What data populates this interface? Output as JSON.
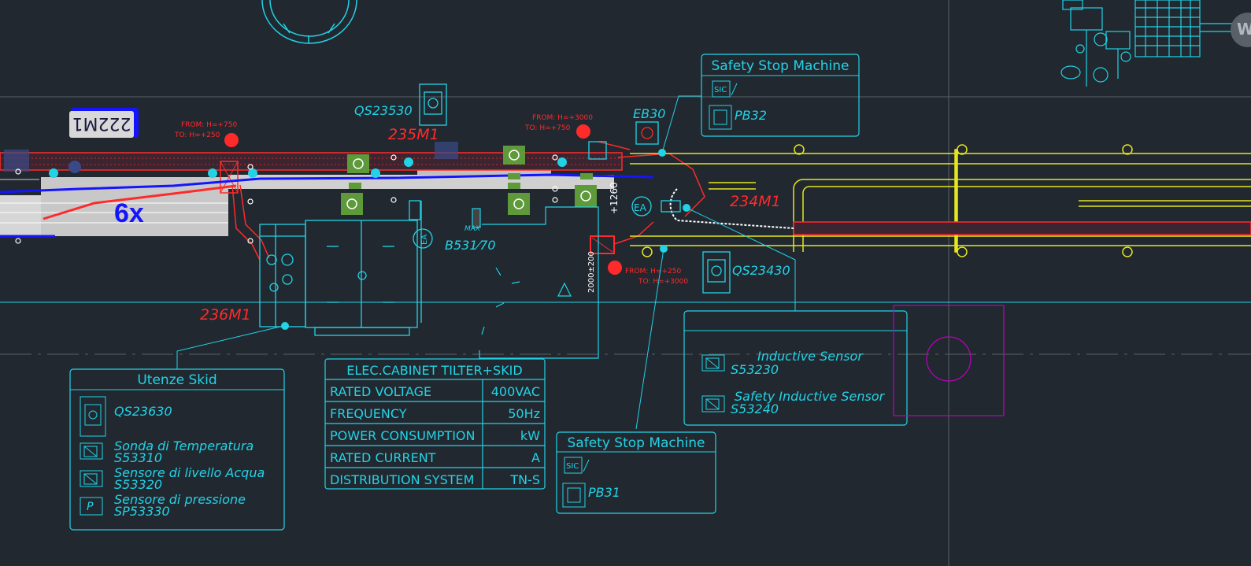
{
  "colors": {
    "background": "#212830",
    "cyan": "#22d3e6",
    "red": "#ff2a2a",
    "yellow": "#e6e61e",
    "blue": "#1414ff",
    "green_block": "#5e9a3a",
    "magenta": "#c000c0",
    "grey_belt": "#c8c8c8",
    "grid": "#5a6068"
  },
  "tags": {
    "bin_label": "222M1",
    "count_label": "6x",
    "qs23530": "QS23530",
    "m235": "235M1",
    "m234": "234M1",
    "m236": "236M1",
    "eb30": "EB30",
    "b53170": "B531⁄70",
    "max": "MAX",
    "qs23430": "QS23430",
    "ea": "EA",
    "dim1260": "+1260",
    "dim2000": "2000±200"
  },
  "height_notes": {
    "left_from": "FROM: H=+750",
    "left_to": "TO:  H=+250",
    "top_from": "FROM: H=+3000",
    "top_to": "TO: H=+750",
    "bottom_from": "FROM: H=+250",
    "bottom_to": "TO: H=+3000"
  },
  "safety_top": {
    "title": "Safety Stop Machine",
    "sic": "SIC",
    "pb": "PB32"
  },
  "safety_bottom": {
    "title": "Safety Stop Machine",
    "sic": "SIC",
    "pb": "PB31"
  },
  "utenze": {
    "title": "Utenze Skid",
    "items": [
      {
        "name": "QS23630",
        "code": ""
      },
      {
        "name": "Sonda di Temperatura",
        "code": "S53310"
      },
      {
        "name": "Sensore di livello Acqua",
        "code": "S53320"
      },
      {
        "name": "Sensore di pressione",
        "code": "SP53330"
      }
    ],
    "pressure_symbol": "P"
  },
  "cabinet": {
    "title": "ELEC.CABINET TILTER+SKID",
    "rows": [
      {
        "label": "RATED VOLTAGE",
        "value": "400VAC"
      },
      {
        "label": "FREQUENCY",
        "value": "50Hz"
      },
      {
        "label": "POWER CONSUMPTION",
        "value": "kW"
      },
      {
        "label": "RATED CURRENT",
        "value": "A"
      },
      {
        "label": "DISTRIBUTION SYSTEM",
        "value": "TN-S"
      }
    ]
  },
  "sensors": {
    "items": [
      {
        "name": "Inductive Sensor",
        "code": "S53230"
      },
      {
        "name": "Safety Inductive Sensor",
        "code": "S53240"
      }
    ]
  },
  "corner_letter": "W"
}
